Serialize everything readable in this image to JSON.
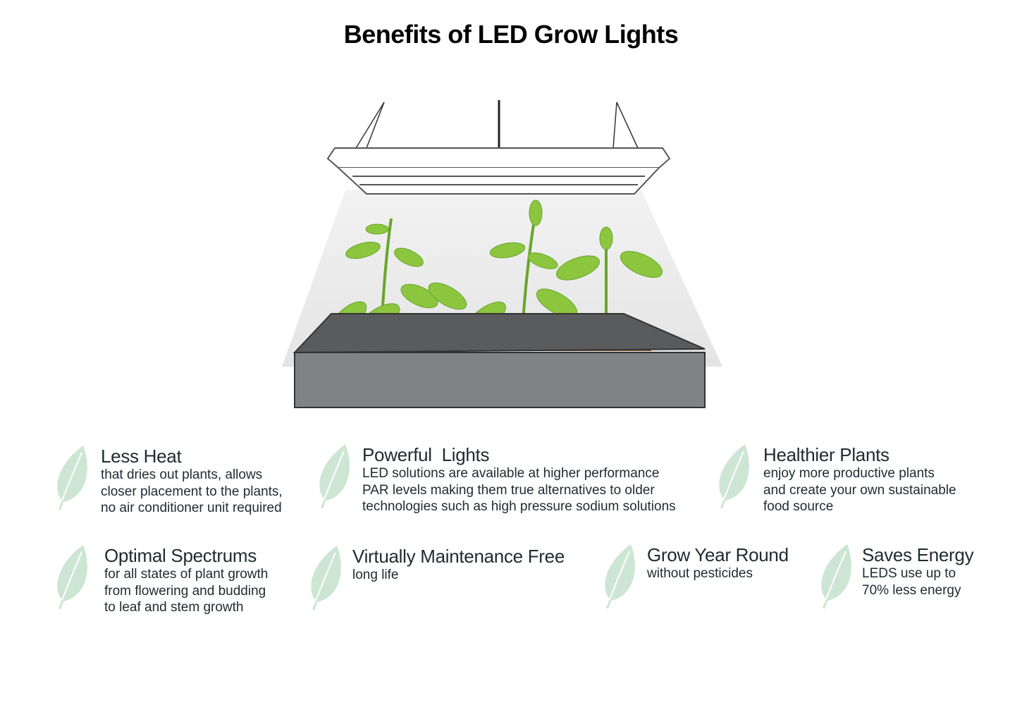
{
  "title": "Benefits of LED Grow Lights",
  "colors": {
    "leaf": "#cde6d4",
    "plant": "#8cc63f",
    "soil": "#8b5a2b",
    "box": "#808285"
  },
  "benefits": [
    {
      "title": "Less Heat",
      "lines": [
        "that dries out plants, allows",
        "closer placement to the plants,",
        "no air conditioner unit required"
      ]
    },
    {
      "title": "Powerful  Lights",
      "lines": [
        "LED solutions are available at higher performance",
        "PAR levels making them true alternatives to older",
        "technologies such as high pressure sodium solutions"
      ]
    },
    {
      "title": "Healthier Plants",
      "lines": [
        "enjoy more productive plants",
        "and create your own sustainable",
        "food source"
      ]
    },
    {
      "title": "Optimal Spectrums",
      "lines": [
        "for all states of plant growth",
        "from flowering and budding",
        "to leaf and stem growth"
      ]
    },
    {
      "title": "Virtually Maintenance Free",
      "lines": [
        "long life"
      ]
    },
    {
      "title": "Grow Year Round",
      "lines": [
        "without pesticides"
      ]
    },
    {
      "title": "Saves Energy",
      "lines": [
        "LEDS use up to",
        "70% less energy"
      ]
    }
  ]
}
